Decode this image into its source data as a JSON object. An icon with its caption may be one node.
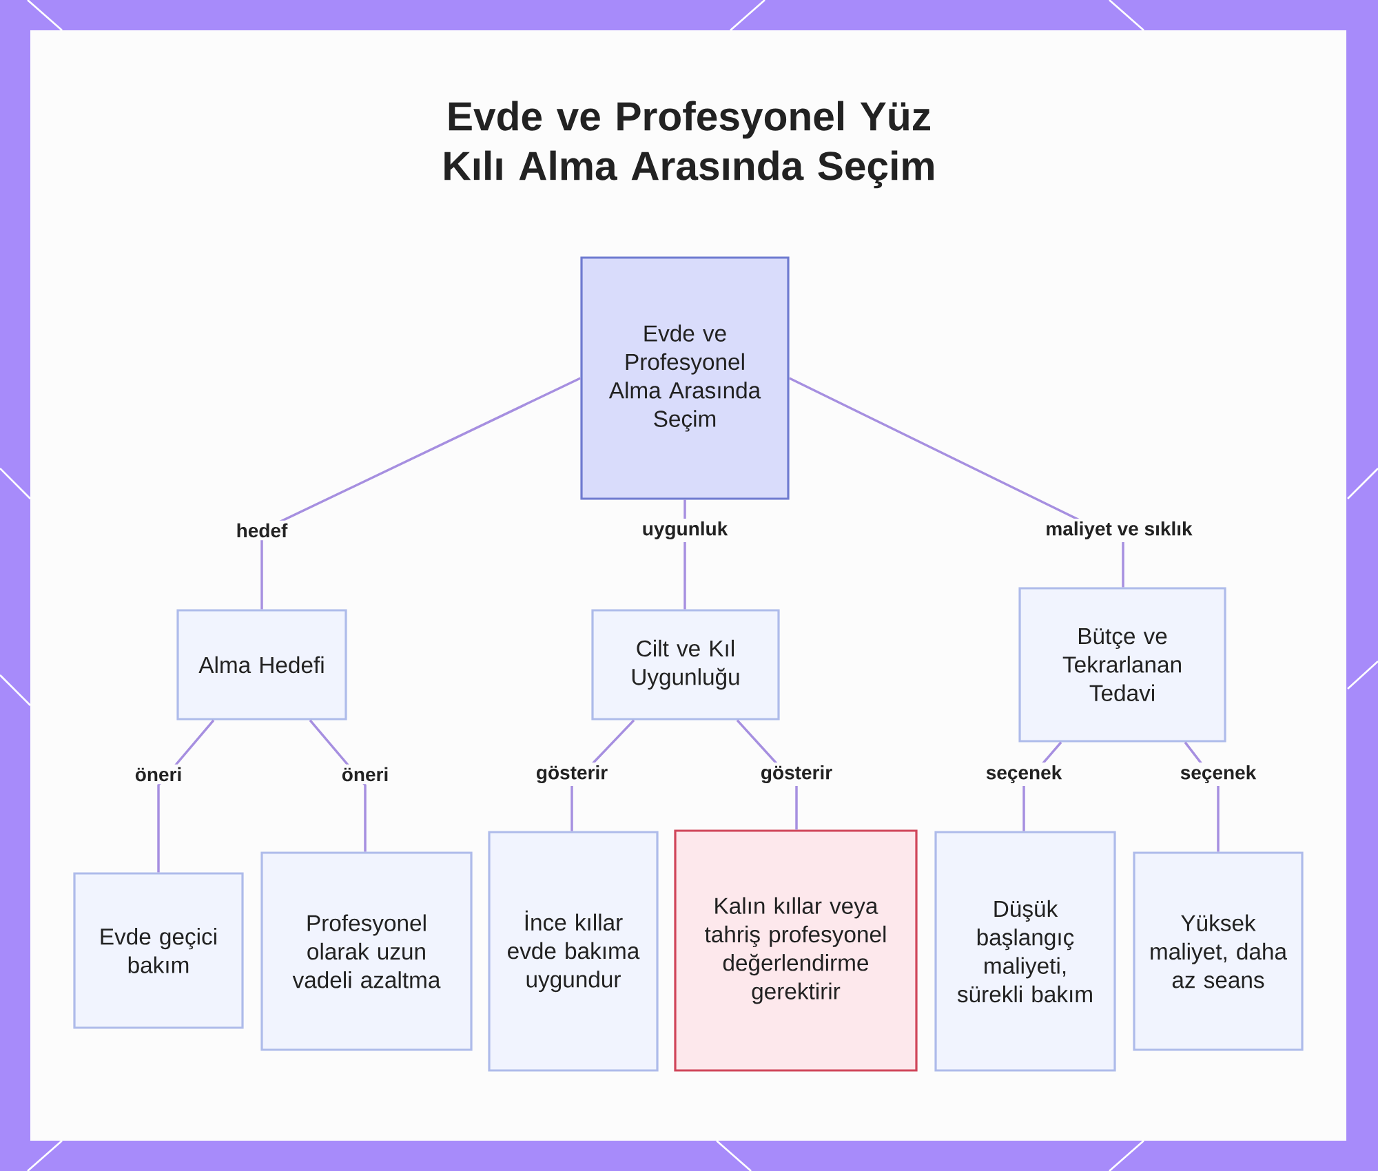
{
  "diagram": {
    "title": "Evde ve Profesyonel Yüz Kılı Alma Arasında Seçim",
    "nodes": [
      {
        "text": [
          "Evde ve Profesyonel Alma Arasında Seçim"
        ]
      },
      {
        "text": [
          "Alma Hedefi"
        ]
      },
      {
        "text": [
          "Cilt ve Kıl Uygunluğu"
        ]
      },
      {
        "text": [
          "Bütçe ve Tekrarlanan Tedavi"
        ]
      },
      {
        "text": [
          "Evde geçici bakım"
        ]
      },
      {
        "text": [
          "Profesyonel olarak uzun vadeli azaltma"
        ]
      },
      {
        "text": [
          "İnce kıllar evde bakıma uygundur"
        ]
      },
      {
        "text": [
          "Kalın kıllar veya tahriş profesyonel değerlendirme gerektirir"
        ]
      },
      {
        "text": [
          "Düşük başlangıç maliyeti, sürekli bakım"
        ]
      },
      {
        "text": [
          "Yüksek maliyet, daha az seans"
        ]
      }
    ],
    "edges": [
      {
        "from": 0,
        "to": 1,
        "arrow": "none",
        "label": "hedef"
      },
      {
        "from": 0,
        "to": 2,
        "arrow": "none",
        "label": "uygunluk"
      },
      {
        "from": 0,
        "to": 3,
        "arrow": "none",
        "label": "maliyet ve sıklık"
      },
      {
        "from": 1,
        "to": 4,
        "arrow": "none",
        "label": "öneri"
      },
      {
        "from": 1,
        "to": 5,
        "arrow": "none",
        "label": "öneri"
      },
      {
        "from": 2,
        "to": 6,
        "arrow": "none",
        "label": "gösterir"
      },
      {
        "from": 2,
        "to": 7,
        "arrow": "none",
        "label": "gösterir"
      },
      {
        "from": 3,
        "to": 8,
        "arrow": "none",
        "label": "seçenek"
      },
      {
        "from": 3,
        "to": 9,
        "arrow": "none",
        "label": "seçenek"
      }
    ]
  }
}
